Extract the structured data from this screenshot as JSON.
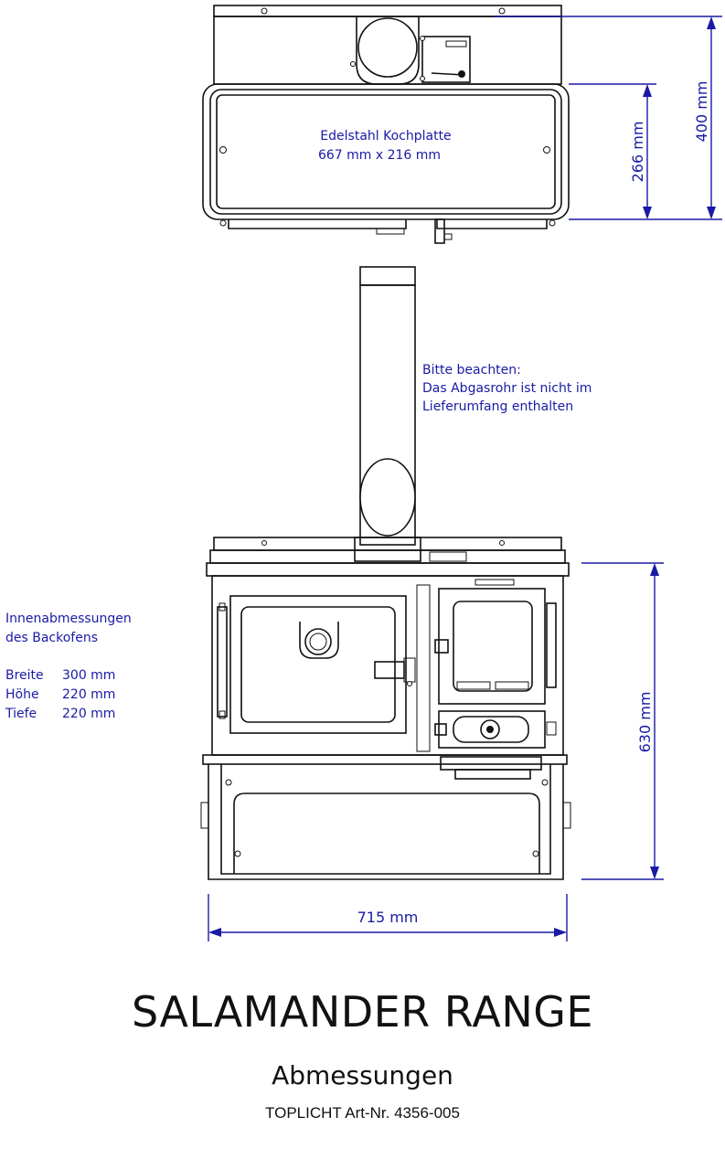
{
  "top_view": {
    "hotplate_label": "Edelstahl Kochplatte",
    "hotplate_size": "667 mm x 216 mm",
    "dim_266": "266 mm",
    "dim_400": "400 mm"
  },
  "flue_note": {
    "line1": "Bitte beachten:",
    "line2": "Das Abgasrohr ist nicht im",
    "line3": "Lieferumfang enthalten"
  },
  "oven_interior": {
    "heading_line1": "Innenabmessungen",
    "heading_line2": "des Backofens",
    "rows": [
      {
        "label": "Breite",
        "value": "300 mm"
      },
      {
        "label": "Höhe",
        "value": "220 mm"
      },
      {
        "label": "Tiefe",
        "value": "220 mm"
      }
    ]
  },
  "front_view": {
    "dim_height": "630 mm",
    "dim_width": "715 mm"
  },
  "title": {
    "main": "SALAMANDER RANGE",
    "sub": "Abmessungen",
    "article": "TOPLICHT Art-Nr. 4356-005"
  },
  "colors": {
    "dimension": "#1a1aa6",
    "drawing": "#111111"
  }
}
